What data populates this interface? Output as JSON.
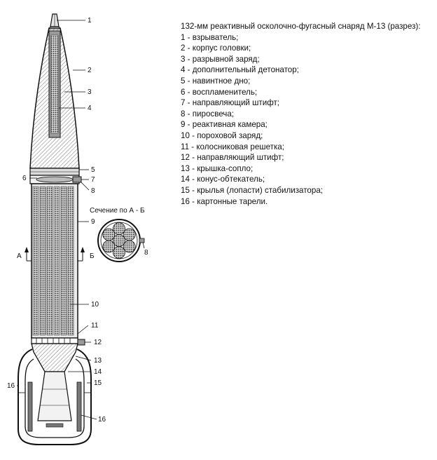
{
  "title": "132-мм реактивный осколочно-фугасный снаряд М-13 (разрез):",
  "legend": [
    "1 - взрыватель;",
    "2 - корпус головки;",
    "3 - разрывной заряд;",
    "4 - дополнительный детонатор;",
    "5 - навинтное дно;",
    "6 - воспламенитель;",
    "7 - направляющий штифт;",
    "8 - пиросвеча;",
    "9 - реактивная камера;",
    "10 - пороховой заряд;",
    "11 - колосниковая решетка;",
    "12 - направляющий штифт;",
    "13 - крышка-сопло;",
    "14 - конус-обтекатель;",
    "15 - крылья (лопасти) стабилизатора;",
    "16 - картонные тарели."
  ],
  "callouts": {
    "n1": "1",
    "n2": "2",
    "n3": "3",
    "n4": "4",
    "n5": "5",
    "n6": "6",
    "n7": "7",
    "n8": "8",
    "n9": "9",
    "n10": "10",
    "n11": "11",
    "n12": "12",
    "n13": "13",
    "n14": "14",
    "n15": "15",
    "n16a": "16",
    "n16b": "16",
    "n8section": "8"
  },
  "section": {
    "caption": "Сечение по А - Б",
    "marker_a": "А",
    "marker_b": "Б"
  }
}
